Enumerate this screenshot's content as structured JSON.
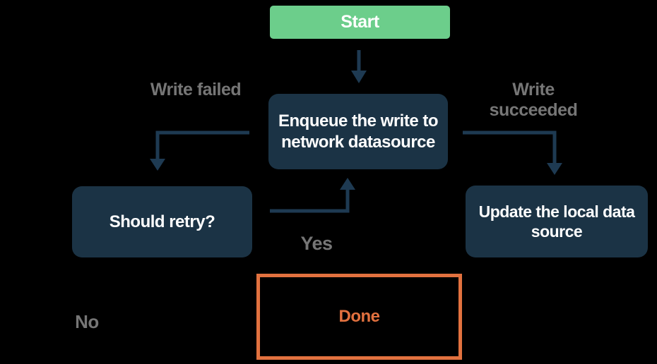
{
  "colors": {
    "bg": "#000000",
    "start_fill": "#6CCE8B",
    "node_fill": "#1B3345",
    "line": "#1E3A52",
    "muted_label": "#767676",
    "done_accent": "#E2713F",
    "node_text": "#FFFFFF"
  },
  "nodes": {
    "start": "Start",
    "enqueue": "Enqueue the write to network datasource",
    "should_retry": "Should retry?",
    "update_local": "Update the local data source",
    "done": "Done"
  },
  "edge_labels": {
    "write_failed": "Write failed",
    "write_succeeded": "Write succeeded",
    "yes": "Yes",
    "no": "No"
  }
}
